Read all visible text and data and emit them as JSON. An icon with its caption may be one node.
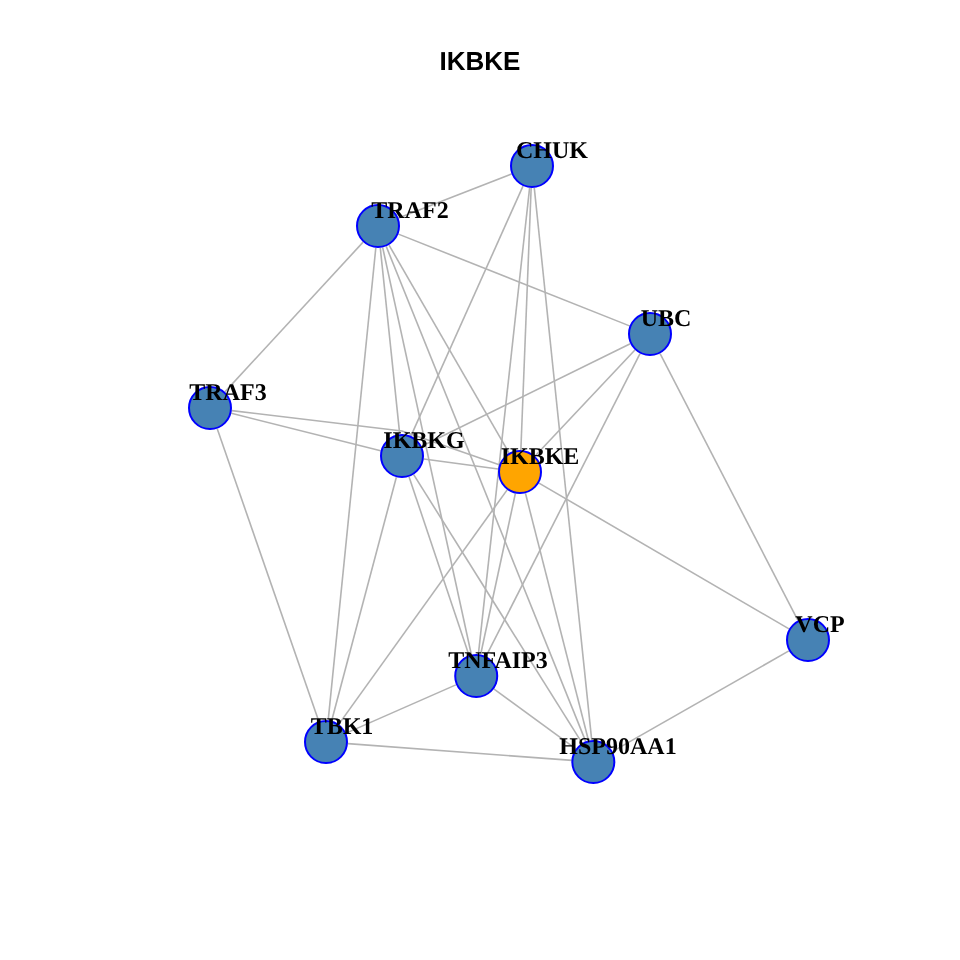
{
  "diagram": {
    "title": "IKBKE",
    "nodes": [
      {
        "text": [
          "CHUK"
        ]
      },
      {
        "text": [
          "TRAF2"
        ]
      },
      {
        "text": [
          "UBC"
        ]
      },
      {
        "text": [
          "TRAF3"
        ]
      },
      {
        "text": [
          "IKBKG"
        ]
      },
      {
        "text": [
          "IKBKE"
        ]
      },
      {
        "text": [
          "VCP"
        ]
      },
      {
        "text": [
          "TNFAIP3"
        ]
      },
      {
        "text": [
          "TBK1"
        ]
      },
      {
        "text": [
          "HSP90AA1"
        ]
      }
    ],
    "edges": [
      {
        "from": 0,
        "to": 1,
        "arrow": "none"
      },
      {
        "from": 0,
        "to": 4,
        "arrow": "none"
      },
      {
        "from": 0,
        "to": 5,
        "arrow": "none"
      },
      {
        "from": 0,
        "to": 7,
        "arrow": "none"
      },
      {
        "from": 0,
        "to": 9,
        "arrow": "none"
      },
      {
        "from": 1,
        "to": 2,
        "arrow": "none"
      },
      {
        "from": 1,
        "to": 3,
        "arrow": "none"
      },
      {
        "from": 1,
        "to": 4,
        "arrow": "none"
      },
      {
        "from": 1,
        "to": 5,
        "arrow": "none"
      },
      {
        "from": 1,
        "to": 8,
        "arrow": "none"
      },
      {
        "from": 1,
        "to": 7,
        "arrow": "none"
      },
      {
        "from": 1,
        "to": 9,
        "arrow": "none"
      },
      {
        "from": 2,
        "to": 4,
        "arrow": "none"
      },
      {
        "from": 2,
        "to": 5,
        "arrow": "none"
      },
      {
        "from": 2,
        "to": 7,
        "arrow": "none"
      },
      {
        "from": 2,
        "to": 6,
        "arrow": "none"
      },
      {
        "from": 3,
        "to": 4,
        "arrow": "none"
      },
      {
        "from": 3,
        "to": 5,
        "arrow": "none"
      },
      {
        "from": 3,
        "to": 8,
        "arrow": "none"
      },
      {
        "from": 4,
        "to": 5,
        "arrow": "none"
      },
      {
        "from": 4,
        "to": 8,
        "arrow": "none"
      },
      {
        "from": 4,
        "to": 7,
        "arrow": "none"
      },
      {
        "from": 4,
        "to": 9,
        "arrow": "none"
      },
      {
        "from": 5,
        "to": 6,
        "arrow": "none"
      },
      {
        "from": 5,
        "to": 7,
        "arrow": "none"
      },
      {
        "from": 5,
        "to": 8,
        "arrow": "none"
      },
      {
        "from": 5,
        "to": 9,
        "arrow": "none"
      },
      {
        "from": 6,
        "to": 9,
        "arrow": "none"
      },
      {
        "from": 7,
        "to": 8,
        "arrow": "none"
      },
      {
        "from": 7,
        "to": 9,
        "arrow": "none"
      },
      {
        "from": 8,
        "to": 9,
        "arrow": "none"
      }
    ]
  }
}
